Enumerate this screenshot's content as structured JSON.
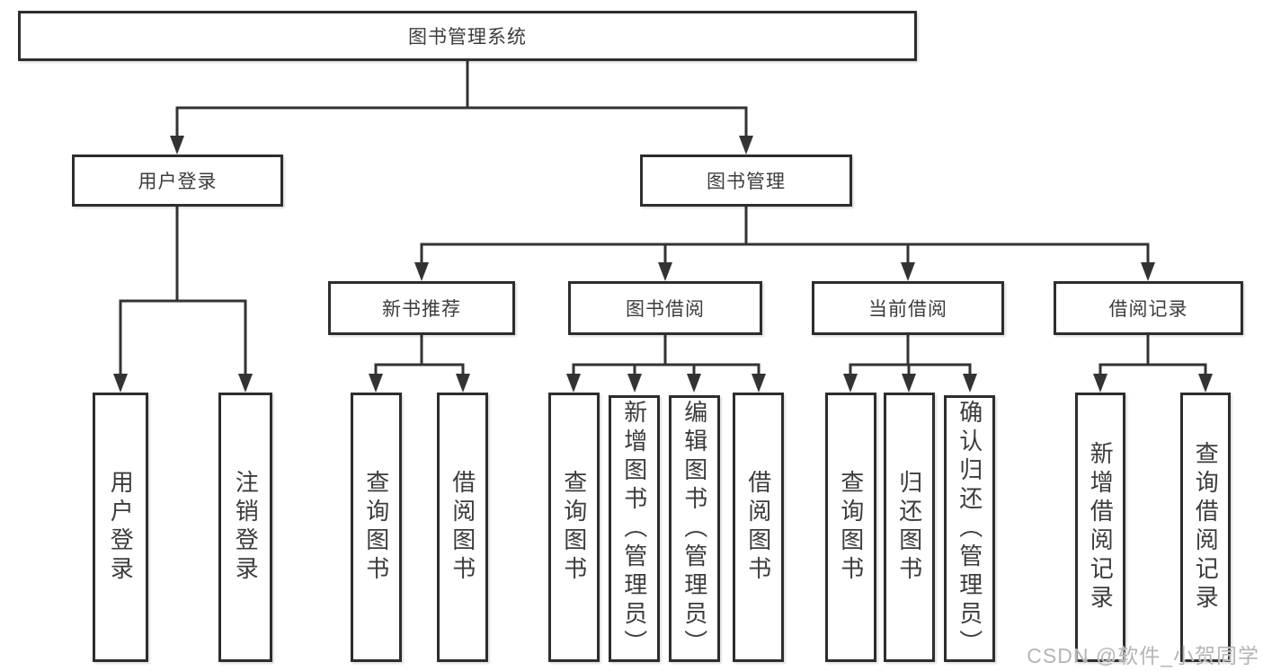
{
  "tree": {
    "label": "图书管理系统",
    "children": [
      {
        "label": "用户登录",
        "children": [
          {
            "label": "用户登录"
          },
          {
            "label": "注销登录"
          }
        ]
      },
      {
        "label": "图书管理",
        "children": [
          {
            "label": "新书推荐",
            "children": [
              {
                "label": "查询图书"
              },
              {
                "label": "借阅图书"
              }
            ]
          },
          {
            "label": "图书借阅",
            "children": [
              {
                "label": "查询图书"
              },
              {
                "label": "新增图书（管理员）"
              },
              {
                "label": "编辑图书（管理员）"
              },
              {
                "label": "借阅图书"
              }
            ]
          },
          {
            "label": "当前借阅",
            "children": [
              {
                "label": "查询图书"
              },
              {
                "label": "归还图书"
              },
              {
                "label": "确认归还（管理员）"
              }
            ]
          },
          {
            "label": "借阅记录",
            "children": [
              {
                "label": "新增借阅记录"
              },
              {
                "label": "查询借阅记录"
              }
            ]
          }
        ]
      }
    ]
  },
  "watermark": {
    "text": "CSDN @软件_小贺同学"
  },
  "colors": {
    "background": "#ffffff",
    "box_border": "#2d2d2d",
    "connector_line": "#333333",
    "text": "#3c3c3c",
    "watermark_text": "#b4b5b9"
  }
}
